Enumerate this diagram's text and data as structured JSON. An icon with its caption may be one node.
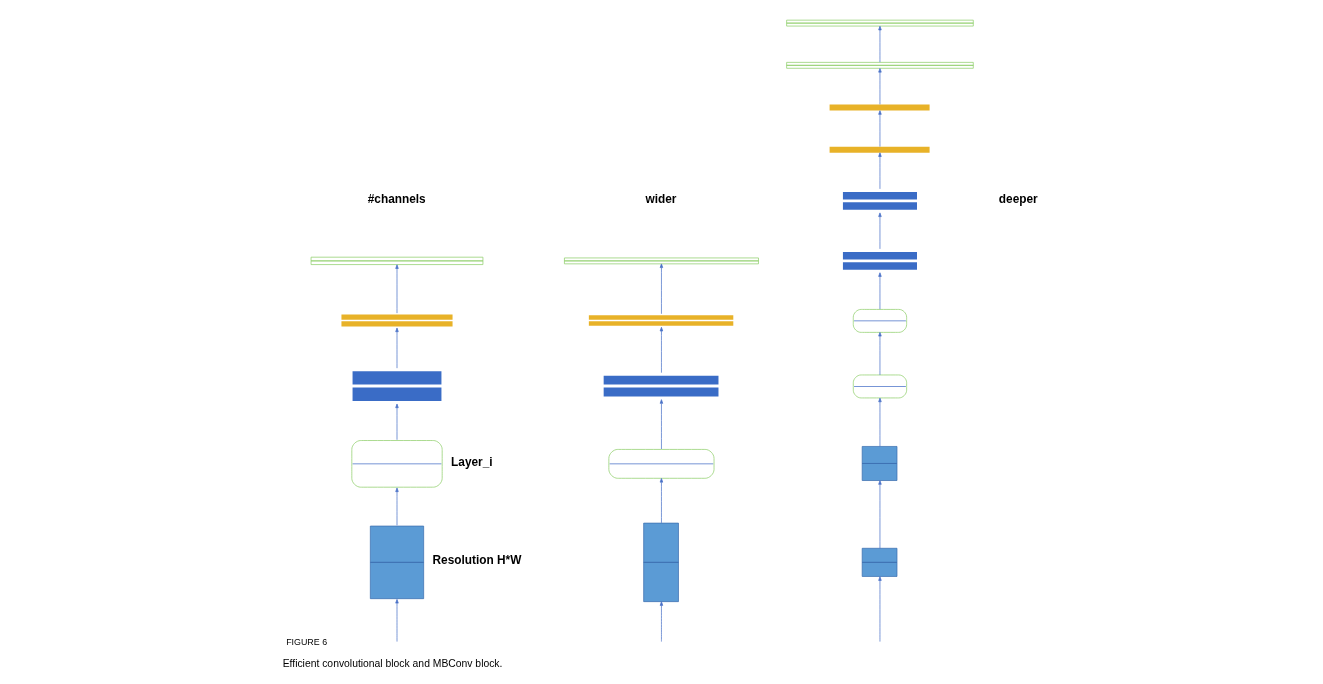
{
  "diagram": {
    "caption": "Efficient convolutional block and MBConv block.",
    "nodes": [
      {
        "text": [],
        "shape": "bar"
      },
      {
        "text": [],
        "shape": "bar"
      },
      {
        "text": [],
        "shape": "bar"
      },
      {
        "text": [],
        "shape": "box",
        "beside": [
          "Layer_i"
        ]
      },
      {
        "text": [],
        "shape": "box",
        "beside": [
          "Resolution H*W"
        ]
      },
      {
        "text": [],
        "shape": "bar"
      },
      {
        "text": [],
        "shape": "bar"
      },
      {
        "text": [],
        "shape": "bar"
      },
      {
        "text": [],
        "shape": "box"
      },
      {
        "text": [],
        "shape": "box"
      },
      {
        "text": [],
        "shape": "bar"
      },
      {
        "text": [],
        "shape": "bar"
      },
      {
        "text": [],
        "shape": "bar"
      },
      {
        "text": [],
        "shape": "bar"
      },
      {
        "text": [],
        "shape": "bar"
      },
      {
        "text": [],
        "shape": "bar"
      },
      {
        "text": [],
        "shape": "box"
      },
      {
        "text": [],
        "shape": "box"
      },
      {
        "text": [],
        "shape": "box"
      },
      {
        "text": [],
        "shape": "box"
      }
    ],
    "edges": [
      {
        "from": null,
        "to": 4,
        "arrow": "to"
      },
      {
        "from": 4,
        "to": 3,
        "arrow": "to"
      },
      {
        "from": 3,
        "to": 2,
        "arrow": "to"
      },
      {
        "from": 2,
        "to": 1,
        "arrow": "to"
      },
      {
        "from": 1,
        "to": 0,
        "arrow": "to"
      },
      {
        "from": null,
        "to": 9,
        "arrow": "to"
      },
      {
        "from": 9,
        "to": 8,
        "arrow": "to"
      },
      {
        "from": 8,
        "to": 7,
        "arrow": "to"
      },
      {
        "from": 7,
        "to": 6,
        "arrow": "to"
      },
      {
        "from": 6,
        "to": 5,
        "arrow": "to"
      },
      {
        "from": null,
        "to": 19,
        "arrow": "to"
      },
      {
        "from": 19,
        "to": 18,
        "arrow": "to"
      },
      {
        "from": 18,
        "to": 17,
        "arrow": "to"
      },
      {
        "from": 17,
        "to": 16,
        "arrow": "to"
      },
      {
        "from": 16,
        "to": 15,
        "arrow": "to"
      },
      {
        "from": 15,
        "to": 14,
        "arrow": "to"
      },
      {
        "from": 14,
        "to": 13,
        "arrow": "to"
      },
      {
        "from": 13,
        "to": 12,
        "arrow": "to"
      },
      {
        "from": 12,
        "to": 11,
        "arrow": "to"
      },
      {
        "from": 11,
        "to": 10,
        "arrow": "to"
      }
    ],
    "labels": [
      "#channels",
      "wider",
      "deeper",
      "FIGURE 6"
    ]
  }
}
